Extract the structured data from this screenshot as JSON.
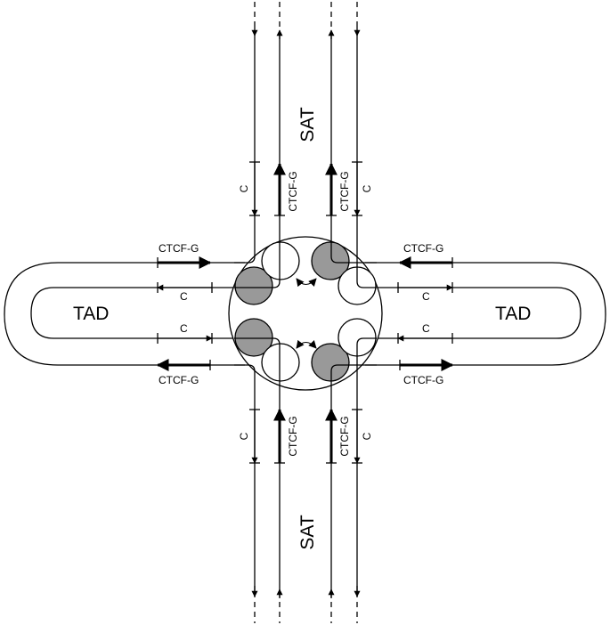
{
  "labels": {
    "tad_left": "TAD",
    "tad_right": "TAD",
    "sat_top": "SAT",
    "sat_bottom": "SAT",
    "ctcf_g": "CTCF-G",
    "c": "C"
  },
  "colors": {
    "line": "#000000",
    "filled_circle": "#999999",
    "background": "#ffffff"
  }
}
